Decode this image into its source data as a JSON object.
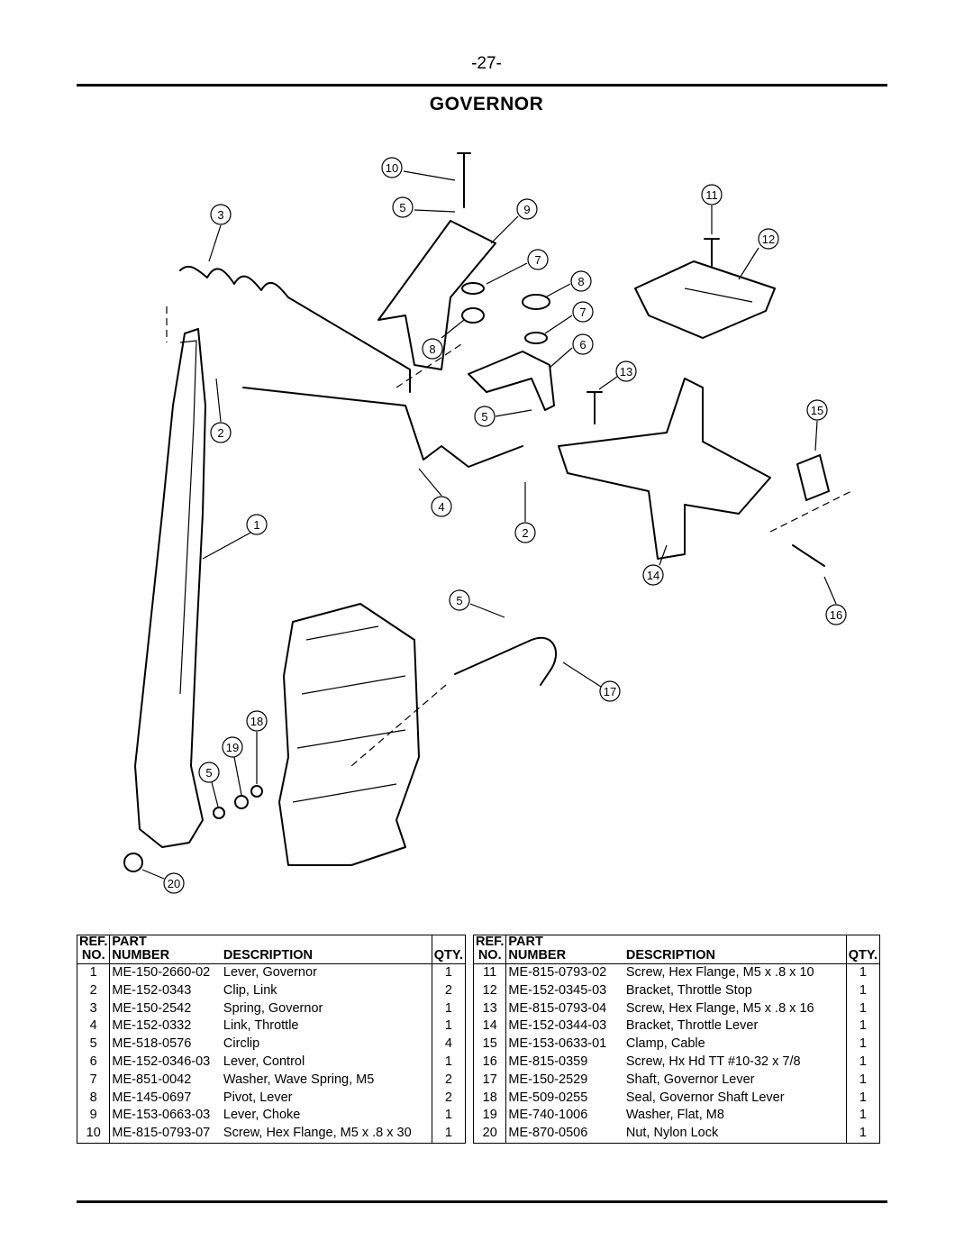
{
  "page": {
    "number": "-27-",
    "title": "GOVERNOR"
  },
  "columns": {
    "ref": "REF.",
    "no": "NO.",
    "part": "PART",
    "number": "NUMBER",
    "description": "DESCRIPTION",
    "qty": "QTY."
  },
  "callouts": [
    "1",
    "2",
    "2",
    "3",
    "4",
    "5",
    "5",
    "5",
    "5",
    "6",
    "7",
    "7",
    "8",
    "8",
    "9",
    "10",
    "11",
    "12",
    "13",
    "14",
    "15",
    "16",
    "17",
    "18",
    "19",
    "20"
  ],
  "parts_left": [
    {
      "ref": "1",
      "number": "ME-150-2660-02",
      "description": "Lever, Governor",
      "qty": "1"
    },
    {
      "ref": "2",
      "number": "ME-152-0343",
      "description": "Clip, Link",
      "qty": "2"
    },
    {
      "ref": "3",
      "number": "ME-150-2542",
      "description": "Spring, Governor",
      "qty": "1"
    },
    {
      "ref": "4",
      "number": "ME-152-0332",
      "description": "Link, Throttle",
      "qty": "1"
    },
    {
      "ref": "5",
      "number": "ME-518-0576",
      "description": "Circlip",
      "qty": "4"
    },
    {
      "ref": "6",
      "number": "ME-152-0346-03",
      "description": "Lever, Control",
      "qty": "1"
    },
    {
      "ref": "7",
      "number": "ME-851-0042",
      "description": "Washer, Wave Spring, M5",
      "qty": "2"
    },
    {
      "ref": "8",
      "number": "ME-145-0697",
      "description": "Pivot, Lever",
      "qty": "2"
    },
    {
      "ref": "9",
      "number": "ME-153-0663-03",
      "description": "Lever, Choke",
      "qty": "1"
    },
    {
      "ref": "10",
      "number": "ME-815-0793-07",
      "description": "Screw, Hex Flange, M5 x .8 x 30",
      "qty": "1"
    }
  ],
  "parts_right": [
    {
      "ref": "11",
      "number": "ME-815-0793-02",
      "description": "Screw, Hex Flange, M5 x .8 x 10",
      "qty": "1"
    },
    {
      "ref": "12",
      "number": "ME-152-0345-03",
      "description": "Bracket, Throttle Stop",
      "qty": "1"
    },
    {
      "ref": "13",
      "number": "ME-815-0793-04",
      "description": "Screw, Hex Flange, M5 x .8 x 16",
      "qty": "1"
    },
    {
      "ref": "14",
      "number": "ME-152-0344-03",
      "description": "Bracket, Throttle Lever",
      "qty": "1"
    },
    {
      "ref": "15",
      "number": "ME-153-0633-01",
      "description": "Clamp, Cable",
      "qty": "1"
    },
    {
      "ref": "16",
      "number": "ME-815-0359",
      "description": "Screw, Hx Hd TT #10-32 x 7/8",
      "qty": "1"
    },
    {
      "ref": "17",
      "number": "ME-150-2529",
      "description": "Shaft, Governor Lever",
      "qty": "1"
    },
    {
      "ref": "18",
      "number": "ME-509-0255",
      "description": "Seal, Governor Shaft Lever",
      "qty": "1"
    },
    {
      "ref": "19",
      "number": "ME-740-1006",
      "description": "Washer, Flat, M8",
      "qty": "1"
    },
    {
      "ref": "20",
      "number": "ME-870-0506",
      "description": "Nut, Nylon Lock",
      "qty": "1"
    }
  ]
}
